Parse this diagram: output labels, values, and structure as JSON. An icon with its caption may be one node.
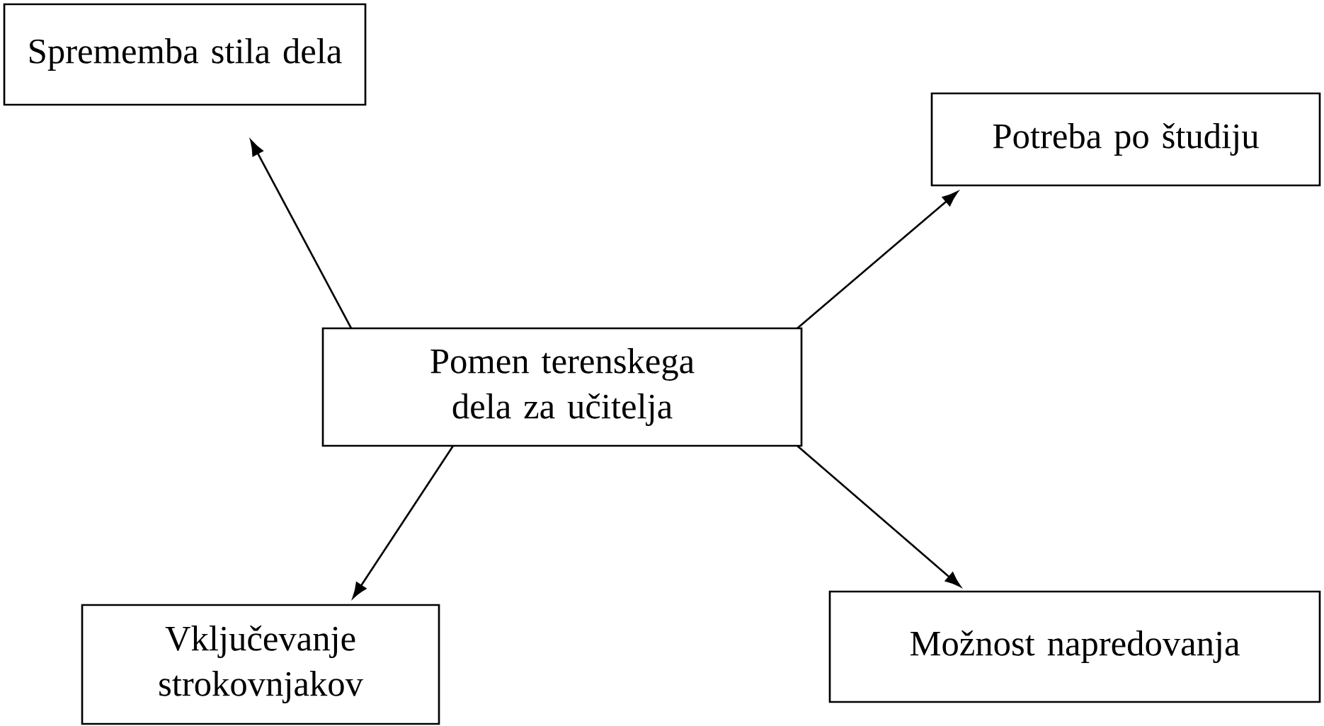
{
  "diagram": {
    "nodes": [
      {
        "text": [
          "Pomen terenskega dela za učitelja"
        ]
      },
      {
        "text": [
          "Sprememba stila dela"
        ]
      },
      {
        "text": [
          "Potreba po študiju"
        ]
      },
      {
        "text": [
          "Vključevanje strokovnjakov"
        ]
      },
      {
        "text": [
          "Možnost napredovanja"
        ]
      }
    ],
    "edges": [
      {
        "from": 0,
        "to": 1,
        "arrow": "to"
      },
      {
        "from": 0,
        "to": 2,
        "arrow": "to"
      },
      {
        "from": 0,
        "to": 3,
        "arrow": "to"
      },
      {
        "from": 0,
        "to": 4,
        "arrow": "to"
      }
    ]
  }
}
